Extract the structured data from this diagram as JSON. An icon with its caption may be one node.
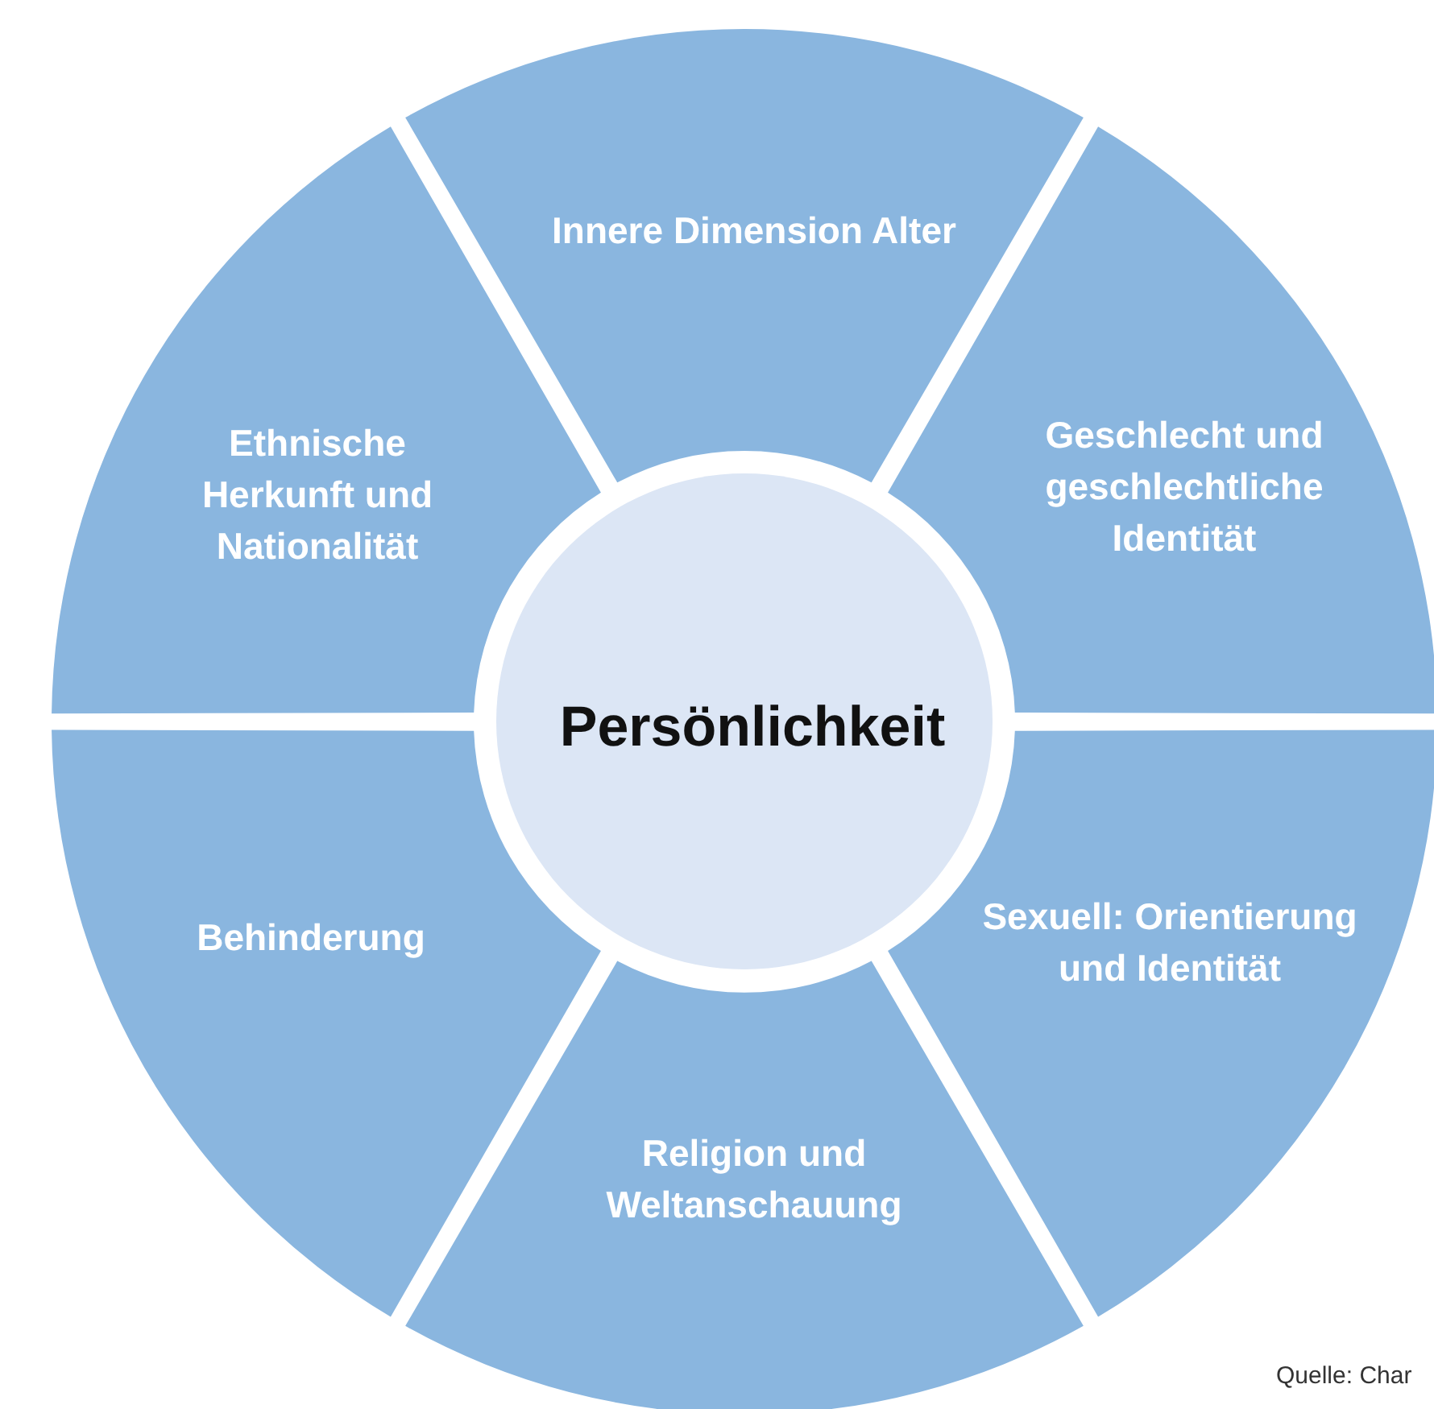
{
  "diagram": {
    "nodes": [
      {
        "text": [
          "Innere Dimension Alter"
        ]
      },
      {
        "text": [
          "Ethnische Herkunft und Nationalität"
        ]
      },
      {
        "text": [
          "Geschlecht und geschlechtliche Identität"
        ]
      },
      {
        "text": [
          "Persönlichkeit"
        ]
      },
      {
        "text": [
          "Behinderung"
        ]
      },
      {
        "text": [
          "Sexuell: Orientierung und Identität"
        ]
      },
      {
        "text": [
          "Religion und Weltanschauung"
        ]
      }
    ],
    "labels": [
      "Quelle: Char"
    ]
  }
}
